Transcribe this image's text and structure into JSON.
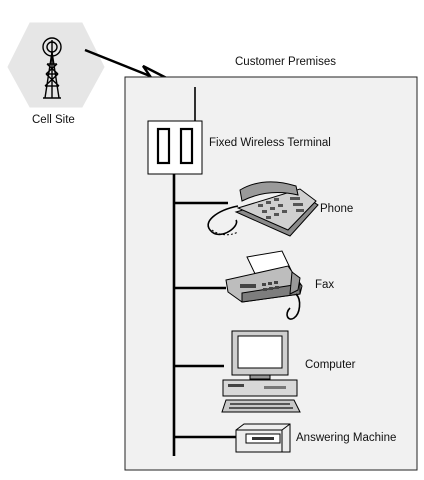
{
  "labels": {
    "cell_site": "Cell Site",
    "premises": "Customer Premises",
    "terminal": "Fixed Wireless Terminal",
    "phone": "Phone",
    "fax": "Fax",
    "computer": "Computer",
    "answering_machine": "Answering Machine"
  },
  "colors": {
    "hexagon_fill": "#e6e6e6",
    "premises_fill": "#f1f1f1",
    "line": "#000000"
  },
  "icons": [
    "cell-tower-icon",
    "fixed-wireless-terminal-icon",
    "phone-icon",
    "fax-icon",
    "computer-icon",
    "answering-machine-icon"
  ]
}
